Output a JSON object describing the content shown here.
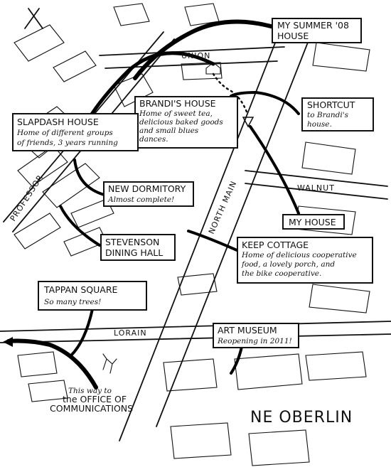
{
  "map_title": "NE OBERLIN",
  "streets": {
    "union": "UNION",
    "professor": "PROFESSOR",
    "north_main": "NORTH MAIN",
    "walnut": "WALNUT",
    "lorain": "LORAIN"
  },
  "labels": {
    "summer_house": {
      "title": "MY SUMMER '08",
      "line2": "HOUSE"
    },
    "shortcut": {
      "title": "SHORTCUT",
      "line2": "to Brandi's",
      "line3": "house."
    },
    "brandis_house": {
      "title": "BRANDI'S HOUSE",
      "lines": [
        "Home of sweet tea,",
        "delicious baked goods",
        "and small blues",
        "dances."
      ]
    },
    "slapdash_house": {
      "title": "SLAPDASH HOUSE",
      "lines": [
        "Home of different groups",
        "of friends, 3 years running"
      ]
    },
    "new_dormitory": {
      "title": "NEW DORMITORY",
      "lines": [
        "Almost complete!"
      ]
    },
    "my_house": {
      "title": "MY HOUSE"
    },
    "stevenson": {
      "title": "STEVENSON",
      "line2": "DINING HALL"
    },
    "keep_cottage": {
      "title": "KEEP COTTAGE",
      "lines": [
        "Home of delicious cooperative",
        "food, a lovely porch, and",
        "the bike cooperative."
      ]
    },
    "tappan_square": {
      "title": "TAPPAN SQUARE",
      "lines": [
        "So many trees!"
      ]
    },
    "art_museum": {
      "title": "ART MUSEUM",
      "lines": [
        "Reopening in 2011!"
      ]
    },
    "office": {
      "lines": [
        "This way to",
        "the OFFICE OF",
        "COMMUNICATIONS"
      ]
    }
  },
  "colors": {
    "ink": "#111111",
    "paper": "#ffffff"
  }
}
